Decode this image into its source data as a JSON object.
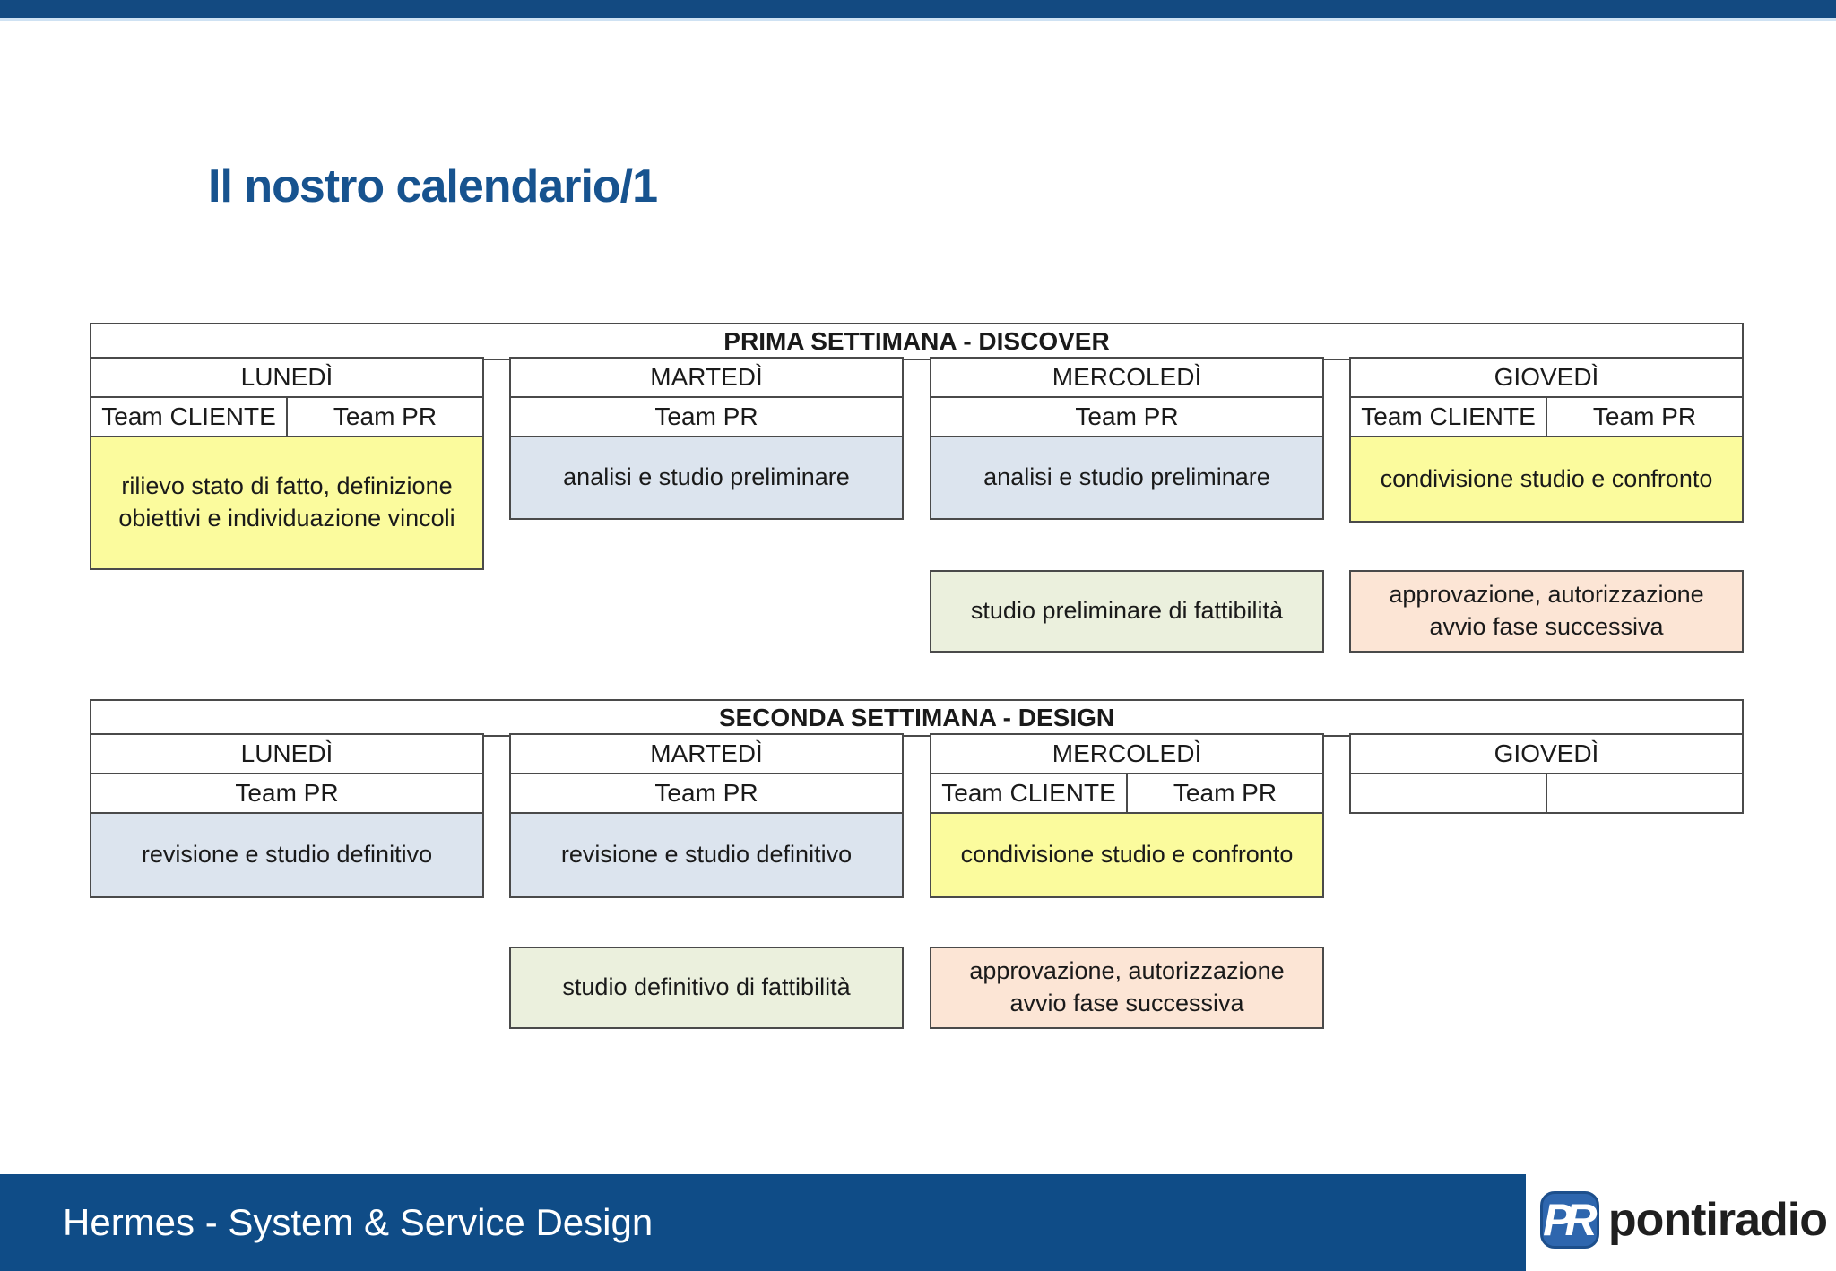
{
  "page_title": "Il nostro calendario/1",
  "tables": {
    "week1": {
      "header": "PRIMA SETTIMANA - DISCOVER",
      "days": [
        {
          "name": "LUNEDÌ",
          "teams": [
            "Team CLIENTE",
            "Team PR"
          ],
          "activity": "rilievo stato di fatto, definizione obiettivi e individuazione vincoli"
        },
        {
          "name": "MARTEDÌ",
          "teams": [
            "Team PR"
          ],
          "activity": "analisi e studio preliminare"
        },
        {
          "name": "MERCOLEDÌ",
          "teams": [
            "Team PR"
          ],
          "activity": "analisi e studio preliminare"
        },
        {
          "name": "GIOVEDÌ",
          "teams": [
            "Team CLIENTE",
            "Team PR"
          ],
          "activity": "condivisione studio e confronto"
        }
      ],
      "deliverables": [
        {
          "text": "studio preliminare di fattibilità"
        },
        {
          "text": "approvazione, autorizzazione avvio fase successiva"
        }
      ]
    },
    "week2": {
      "header": "SECONDA SETTIMANA - DESIGN",
      "days": [
        {
          "name": "LUNEDÌ",
          "teams": [
            "Team PR"
          ],
          "activity": "revisione e studio definitivo"
        },
        {
          "name": "MARTEDÌ",
          "teams": [
            "Team PR"
          ],
          "activity": "revisione e studio definitivo"
        },
        {
          "name": "MERCOLEDÌ",
          "teams": [
            "Team CLIENTE",
            "Team PR"
          ],
          "activity": "condivisione studio e confronto"
        },
        {
          "name": "GIOVEDÌ",
          "teams": [
            "",
            ""
          ],
          "activity": ""
        }
      ],
      "deliverables": [
        {
          "text": "studio definitivo di fattibilità"
        },
        {
          "text": "approvazione, autorizzazione avvio fase successiva"
        }
      ]
    }
  },
  "footer": {
    "text": "Hermes - System & Service Design"
  },
  "logo": {
    "monogram": "PR",
    "name": "pontiradio"
  },
  "colors": {
    "title_blue": "#17538f",
    "bar_blue": "#0f4c87",
    "topbar_blue": "#134a81",
    "cell_yellow": "#fbfb9d",
    "cell_blue": "#dce4ee",
    "cell_green": "#ebf0dd",
    "cell_peach": "#fce5d5",
    "logo_blue": "#2e66ae"
  }
}
